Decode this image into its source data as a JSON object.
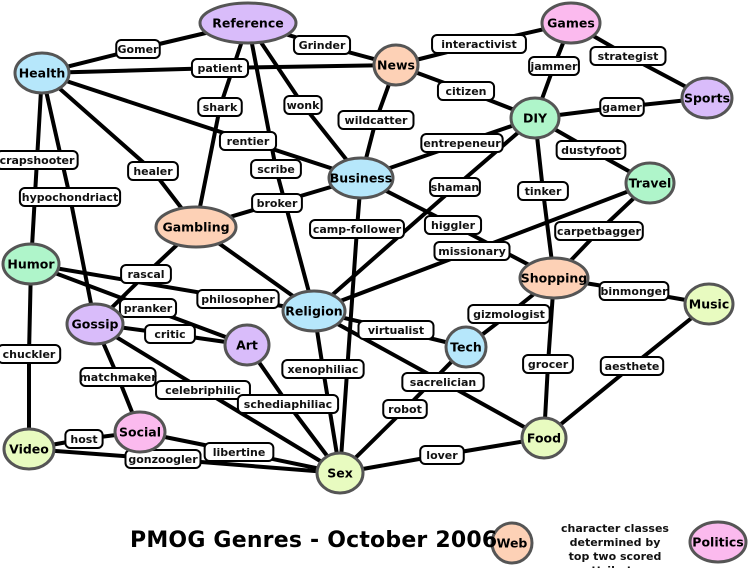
{
  "title": "PMOG Genres - October 2006",
  "legend_note": [
    "character classes",
    "determined by",
    "top two scored attributes"
  ],
  "colors": {
    "blue": "#b6e7fb",
    "purple": "#d9bcfa",
    "peach": "#fdd1b6",
    "pink": "#fbbaee",
    "green": "#aff5ca",
    "lime": "#e8fbc0"
  },
  "nodes": [
    {
      "name": "Reference",
      "color": "purple"
    },
    {
      "name": "Health",
      "color": "blue"
    },
    {
      "name": "News",
      "color": "peach"
    },
    {
      "name": "Games",
      "color": "pink"
    },
    {
      "name": "Sports",
      "color": "purple"
    },
    {
      "name": "DIY",
      "color": "green"
    },
    {
      "name": "Business",
      "color": "blue"
    },
    {
      "name": "Travel",
      "color": "green"
    },
    {
      "name": "Gambling",
      "color": "peach"
    },
    {
      "name": "Humor",
      "color": "green"
    },
    {
      "name": "Shopping",
      "color": "peach"
    },
    {
      "name": "Religion",
      "color": "blue"
    },
    {
      "name": "Gossip",
      "color": "purple"
    },
    {
      "name": "Art",
      "color": "purple"
    },
    {
      "name": "Music",
      "color": "lime"
    },
    {
      "name": "Tech",
      "color": "blue"
    },
    {
      "name": "Social",
      "color": "pink"
    },
    {
      "name": "Video",
      "color": "lime"
    },
    {
      "name": "Sex",
      "color": "lime"
    },
    {
      "name": "Food",
      "color": "lime"
    },
    {
      "name": "Web",
      "color": "peach"
    },
    {
      "name": "Politics",
      "color": "pink"
    }
  ],
  "edges": [
    {
      "a": "Reference",
      "b": "Health",
      "label": "Gomer"
    },
    {
      "a": "Reference",
      "b": "News",
      "label": "Grinder"
    },
    {
      "a": "Health",
      "b": "News",
      "label": "patient"
    },
    {
      "a": "Reference",
      "b": "Gambling",
      "label": "shark"
    },
    {
      "a": "Reference",
      "b": "Business",
      "label": "wonk"
    },
    {
      "a": "Reference",
      "b": "Religion",
      "label": "scribe"
    },
    {
      "a": "Health",
      "b": "Business",
      "label": "rentier"
    },
    {
      "a": "Health",
      "b": "Gambling",
      "label": "healer"
    },
    {
      "a": "Health",
      "b": "Humor",
      "label": "crapshooter"
    },
    {
      "a": "Health",
      "b": "Gossip",
      "label": "hypochondriact"
    },
    {
      "a": "News",
      "b": "DIY",
      "label": "citizen"
    },
    {
      "a": "News",
      "b": "Games",
      "label": "interactivist"
    },
    {
      "a": "News",
      "b": "Business",
      "label": "wildcatter"
    },
    {
      "a": "Games",
      "b": "DIY",
      "label": "jammer"
    },
    {
      "a": "Games",
      "b": "Sports",
      "label": "strategist"
    },
    {
      "a": "DIY",
      "b": "Sports",
      "label": "gamer"
    },
    {
      "a": "DIY",
      "b": "Business",
      "label": "entrepeneur"
    },
    {
      "a": "DIY",
      "b": "Religion",
      "label": "shaman"
    },
    {
      "a": "DIY",
      "b": "Shopping",
      "label": "tinker"
    },
    {
      "a": "DIY",
      "b": "Travel",
      "label": "dustyfoot"
    },
    {
      "a": "Travel",
      "b": "Religion",
      "label": "missionary"
    },
    {
      "a": "Travel",
      "b": "Shopping",
      "label": "carpetbagger"
    },
    {
      "a": "Business",
      "b": "Shopping",
      "label": "higgler"
    },
    {
      "a": "Business",
      "b": "Sex",
      "label": "camp-follower"
    },
    {
      "a": "Business",
      "b": "Gambling",
      "label": "broker"
    },
    {
      "a": "Gambling",
      "b": "Gossip",
      "label": "rascal"
    },
    {
      "a": "Gambling",
      "b": "Religion",
      "label": ""
    },
    {
      "a": "Humor",
      "b": "Religion",
      "label": "philosopher"
    },
    {
      "a": "Humor",
      "b": "Art",
      "label": "pranker"
    },
    {
      "a": "Humor",
      "b": "Video",
      "label": "chuckler"
    },
    {
      "a": "Gossip",
      "b": "Art",
      "label": "critic"
    },
    {
      "a": "Gossip",
      "b": "Social",
      "label": "matchmaker"
    },
    {
      "a": "Gossip",
      "b": "Sex",
      "label": "celebriphilic"
    },
    {
      "a": "Art",
      "b": "Sex",
      "label": "schediaphiliac"
    },
    {
      "a": "Religion",
      "b": "Sex",
      "label": "xenophiliac"
    },
    {
      "a": "Religion",
      "b": "Tech",
      "label": "virtualist"
    },
    {
      "a": "Religion",
      "b": "Food",
      "label": "sacrelician"
    },
    {
      "a": "Shopping",
      "b": "Tech",
      "label": "gizmologist"
    },
    {
      "a": "Shopping",
      "b": "Music",
      "label": "binmonger"
    },
    {
      "a": "Shopping",
      "b": "Food",
      "label": "grocer"
    },
    {
      "a": "Music",
      "b": "Food",
      "label": "aesthete"
    },
    {
      "a": "Tech",
      "b": "Sex",
      "label": "robot"
    },
    {
      "a": "Sex",
      "b": "Food",
      "label": "lover"
    },
    {
      "a": "Social",
      "b": "Video",
      "label": "host"
    },
    {
      "a": "Social",
      "b": "Sex",
      "label": "libertine"
    },
    {
      "a": "Video",
      "b": "Sex",
      "label": "gonzoogler"
    }
  ]
}
